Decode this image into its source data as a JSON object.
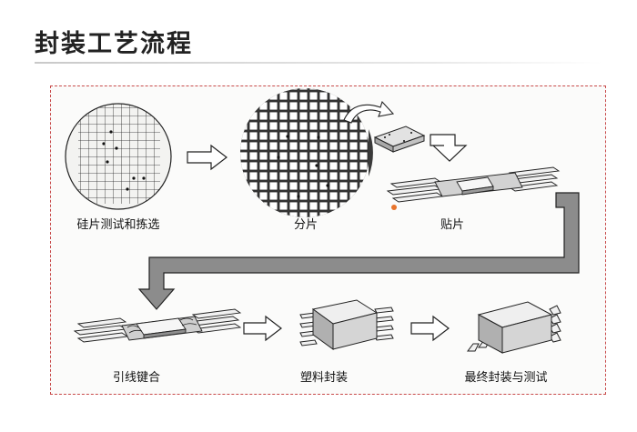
{
  "title": "封装工艺流程",
  "steps": [
    {
      "label": "硅片测试和拣选"
    },
    {
      "label": "分片"
    },
    {
      "label": "贴片"
    },
    {
      "label": "引线键合"
    },
    {
      "label": "塑料封装"
    },
    {
      "label": "最终封装与测试"
    }
  ],
  "colors": {
    "frame": "#c84a4a",
    "arrow_fill": "#ffffff",
    "connector_fill": "#8c8c8c",
    "chip_body": "#d6d6d6",
    "pad_accent": "#e8742c"
  }
}
